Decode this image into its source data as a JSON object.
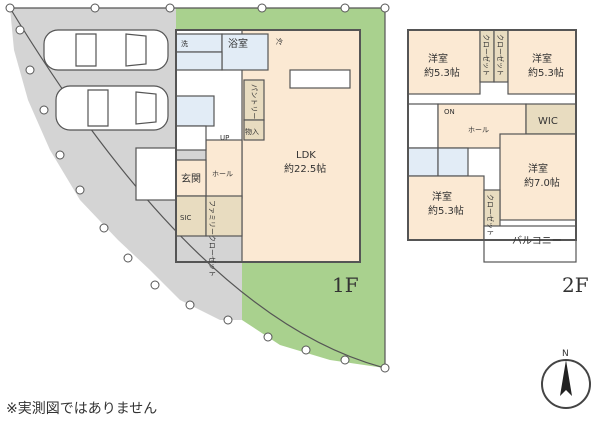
{
  "floor1": {
    "label": "1F",
    "rooms": {
      "wash": "洗",
      "bath": "浴室",
      "wc": "冷",
      "ldk": "LDK",
      "ldk_size": "約22.5帖",
      "pantry": "パントリー",
      "storage": "物入",
      "hall": "ホール",
      "entrance": "玄関",
      "sic": "SIC",
      "family_closet": "ファミリークローゼット",
      "up": "UP"
    }
  },
  "floor2": {
    "label": "2F",
    "rooms": {
      "room_a": "洋室",
      "room_a_size": "約5.3帖",
      "room_b": "洋室",
      "room_b_size": "約5.3帖",
      "room_c": "洋室",
      "room_c_size": "約7.0帖",
      "room_d": "洋室",
      "room_d_size": "約5.3帖",
      "closet1": "クローゼット",
      "closet2": "クローゼット",
      "closet3": "クローゼット",
      "hall": "ホール",
      "wic": "WIC",
      "balcony": "バルコニー",
      "on": "ON"
    }
  },
  "compass": "N",
  "note": "※実測図ではありません",
  "colors": {
    "floor": "#fbe9d3",
    "wet": "#e2ecf6",
    "storage": "#e8dcc0",
    "lawn": "#a9d18e",
    "parking": "#d4d4d4",
    "wall": "#555555"
  }
}
